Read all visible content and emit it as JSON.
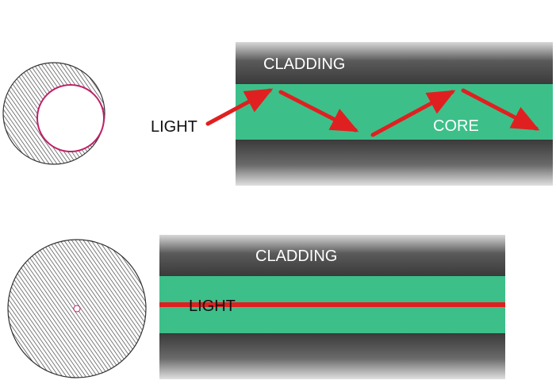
{
  "multimode": {
    "cladding_label": "CLADDING",
    "light_label": "LIGHT",
    "core_label": "CORE"
  },
  "singlemode": {
    "cladding_label": "CLADDING",
    "light_label": "LIGHT"
  },
  "colors": {
    "core": "#3dbf8a",
    "light_ray": "#e02020",
    "core_boundary": "#c0206a",
    "cladding_dark": "#4a4a4a",
    "cladding_light": "#dcdcdc",
    "background": "#ffffff"
  }
}
